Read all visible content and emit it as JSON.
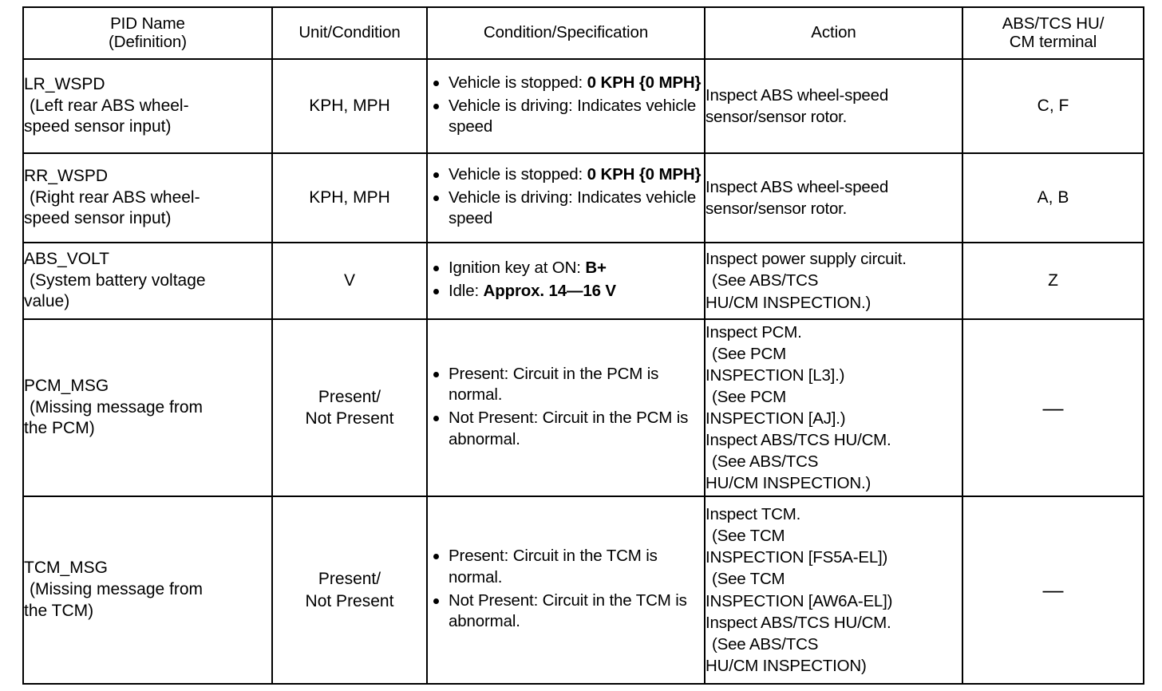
{
  "table": {
    "headers": [
      {
        "line1": "PID Name",
        "line2": "(Definition)"
      },
      {
        "line1": "Unit/Condition",
        "line2": ""
      },
      {
        "line1": "Condition/Specification",
        "line2": ""
      },
      {
        "line1": "Action",
        "line2": ""
      },
      {
        "line1": "ABS/TCS HU/",
        "line2": "CM terminal"
      }
    ],
    "rows": [
      {
        "pid_id": "LR_WSPD",
        "pid_def_line1": "(Left rear ABS wheel-",
        "pid_def_line2": "speed sensor input)",
        "unit": [
          "KPH, MPH"
        ],
        "spec": [
          {
            "text": "Vehicle is stopped: ",
            "bold": "0 KPH {0 MPH}"
          },
          {
            "text": "Vehicle is driving: Indicates vehicle speed",
            "bold": ""
          }
        ],
        "action": [
          {
            "text": "Inspect ABS wheel-speed",
            "indent": false
          },
          {
            "text": "sensor/sensor rotor.",
            "indent": false
          }
        ],
        "terminal": "C, F"
      },
      {
        "pid_id": "RR_WSPD",
        "pid_def_line1": "(Right rear ABS wheel-",
        "pid_def_line2": "speed sensor input)",
        "unit": [
          "KPH, MPH"
        ],
        "spec": [
          {
            "text": "Vehicle is stopped: ",
            "bold": "0 KPH {0 MPH}"
          },
          {
            "text": "Vehicle is driving: Indicates vehicle speed",
            "bold": ""
          }
        ],
        "action": [
          {
            "text": "Inspect ABS wheel-speed",
            "indent": false
          },
          {
            "text": "sensor/sensor rotor.",
            "indent": false
          }
        ],
        "terminal": "A, B"
      },
      {
        "pid_id": "ABS_VOLT",
        "pid_def_line1": "(System battery voltage",
        "pid_def_line2": "value)",
        "unit": [
          "V"
        ],
        "spec": [
          {
            "text": "Ignition key at ON: ",
            "bold": "B+"
          },
          {
            "text": "Idle: ",
            "bold": "Approx. 14—16 V"
          }
        ],
        "action": [
          {
            "text": "Inspect power supply circuit.",
            "indent": false
          },
          {
            "text": "(See ABS/TCS",
            "indent": true
          },
          {
            "text": "HU/CM INSPECTION.)",
            "indent": false
          }
        ],
        "terminal": "Z"
      },
      {
        "pid_id": "PCM_MSG",
        "pid_def_line1": "(Missing message from",
        "pid_def_line2": "the PCM)",
        "unit": [
          "Present/",
          "Not Present"
        ],
        "spec": [
          {
            "text": "Present: Circuit in the PCM is normal.",
            "bold": ""
          },
          {
            "text": "Not Present: Circuit in the PCM is abnormal.",
            "bold": ""
          }
        ],
        "action": [
          {
            "text": "Inspect PCM.",
            "indent": false
          },
          {
            "text": "(See PCM",
            "indent": true
          },
          {
            "text": "INSPECTION [L3].)",
            "indent": false
          },
          {
            "text": "(See PCM",
            "indent": true
          },
          {
            "text": "INSPECTION [AJ].)",
            "indent": false
          },
          {
            "text": "Inspect ABS/TCS HU/CM.",
            "indent": false
          },
          {
            "text": "(See ABS/TCS",
            "indent": true
          },
          {
            "text": "HU/CM INSPECTION.)",
            "indent": false
          }
        ],
        "terminal": "—"
      },
      {
        "pid_id": "TCM_MSG",
        "pid_def_line1": "(Missing message from",
        "pid_def_line2": "the TCM)",
        "unit": [
          "Present/",
          "Not Present"
        ],
        "spec": [
          {
            "text": "Present: Circuit in the TCM is normal.",
            "bold": ""
          },
          {
            "text": "Not Present: Circuit in the TCM is abnormal.",
            "bold": ""
          }
        ],
        "action": [
          {
            "text": "Inspect TCM.",
            "indent": false
          },
          {
            "text": "(See TCM",
            "indent": true
          },
          {
            "text": "INSPECTION [FS5A-EL])",
            "indent": false
          },
          {
            "text": "(See TCM",
            "indent": true
          },
          {
            "text": "INSPECTION [AW6A-EL])",
            "indent": false
          },
          {
            "text": "Inspect ABS/TCS HU/CM.",
            "indent": false
          },
          {
            "text": "(See ABS/TCS",
            "indent": true
          },
          {
            "text": "HU/CM INSPECTION)",
            "indent": false
          }
        ],
        "terminal": "—"
      }
    ]
  }
}
